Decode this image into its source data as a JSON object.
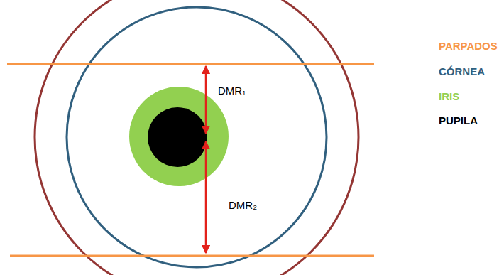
{
  "diagram": {
    "labels": [
      "DMR₁",
      "DMR₂"
    ],
    "legend": [
      {
        "text": "PARPADOS",
        "color": "#f79646"
      },
      {
        "text": "CÓRNEA",
        "color": "#31607f"
      },
      {
        "text": "IRIS",
        "color": "#92d050"
      },
      {
        "text": "PUPILA",
        "color": "#000000"
      }
    ]
  }
}
